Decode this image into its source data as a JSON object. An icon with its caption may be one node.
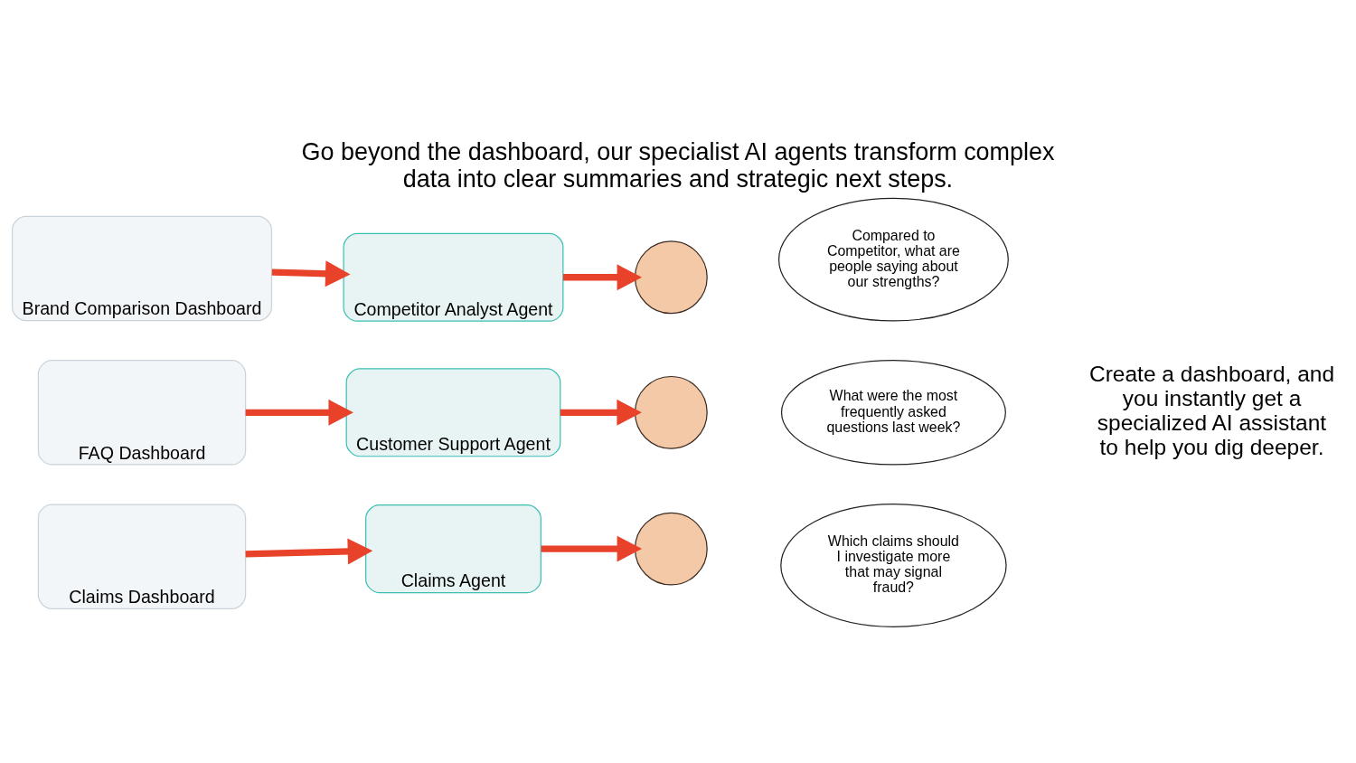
{
  "diagram": {
    "title": "Go beyond the dashboard, our specialist AI agents transform complex data into clear summaries and strategic next steps.",
    "nodes": [
      {
        "text": [
          "Brand Comparison Dashboard"
        ]
      },
      {
        "text": [
          "Competitor Analyst Agent"
        ]
      },
      {
        "text": [],
        "shape": "person"
      },
      {
        "text": [
          "Compared to Competitor, what are people saying about our strengths?"
        ]
      },
      {
        "text": [
          "FAQ Dashboard"
        ]
      },
      {
        "text": [
          "Customer Support Agent"
        ]
      },
      {
        "text": [],
        "shape": "person"
      },
      {
        "text": [
          "What were the most frequently asked questions last week?"
        ]
      },
      {
        "text": [
          "Claims Dashboard"
        ]
      },
      {
        "text": [
          "Claims Agent"
        ]
      },
      {
        "text": [],
        "shape": "person"
      },
      {
        "text": [
          "Which claims should I investigate more that may signal fraud?"
        ]
      }
    ],
    "edges": [
      {
        "from": 0,
        "to": 1,
        "arrow": "to"
      },
      {
        "from": 1,
        "to": 2,
        "arrow": "to"
      },
      {
        "from": 4,
        "to": 5,
        "arrow": "to"
      },
      {
        "from": 5,
        "to": 6,
        "arrow": "to"
      },
      {
        "from": 8,
        "to": 9,
        "arrow": "to"
      },
      {
        "from": 9,
        "to": 10,
        "arrow": "to"
      }
    ],
    "labels": [
      "Create a dashboard, and you instantly get a specialized AI assistant to help you dig deeper."
    ]
  }
}
